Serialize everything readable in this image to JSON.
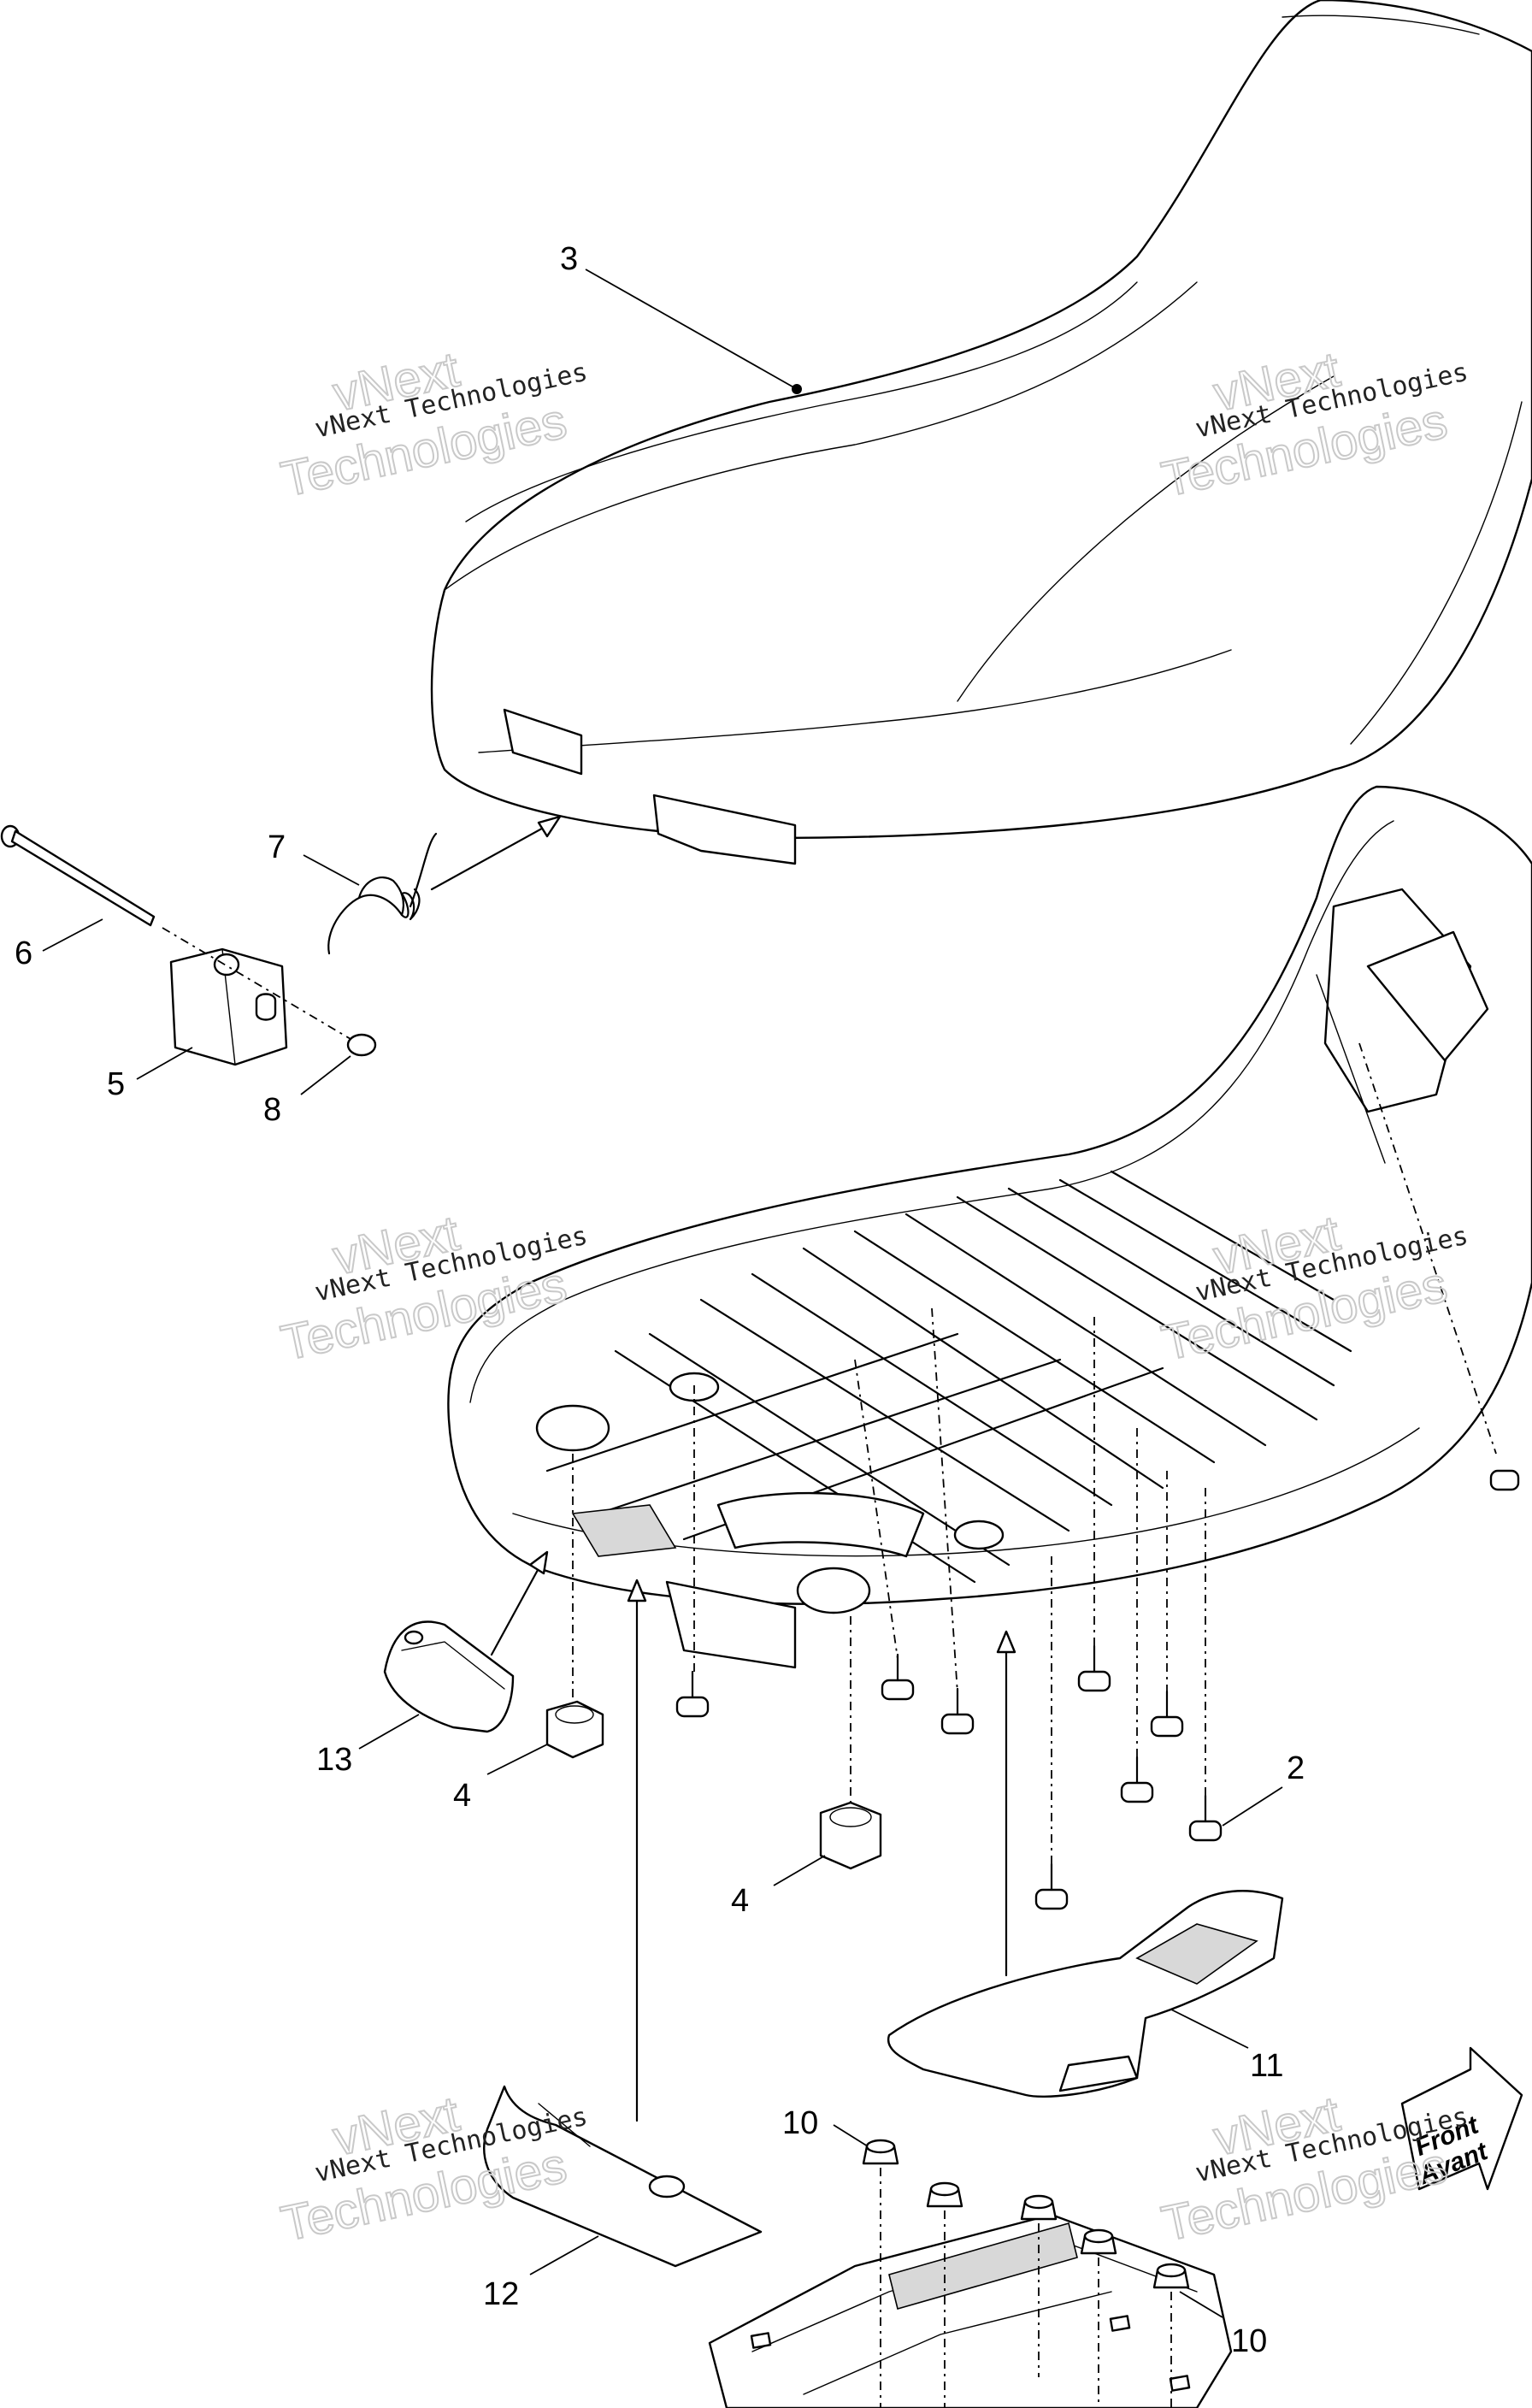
{
  "callouts": [
    {
      "id": "3",
      "label": "3"
    },
    {
      "id": "7",
      "label": "7"
    },
    {
      "id": "6",
      "label": "6"
    },
    {
      "id": "5",
      "label": "5"
    },
    {
      "id": "8",
      "label": "8"
    },
    {
      "id": "13",
      "label": "13"
    },
    {
      "id": "4a",
      "label": "4"
    },
    {
      "id": "4b",
      "label": "4"
    },
    {
      "id": "2",
      "label": "2"
    },
    {
      "id": "11",
      "label": "11"
    },
    {
      "id": "10a",
      "label": "10"
    },
    {
      "id": "10b",
      "label": "10"
    },
    {
      "id": "12",
      "label": "12"
    }
  ],
  "watermark": {
    "line1": "vNext",
    "line2": "vNext Technologies",
    "line3": "Technologies"
  },
  "front_label": {
    "line1": "Front",
    "line2": "Avant"
  }
}
